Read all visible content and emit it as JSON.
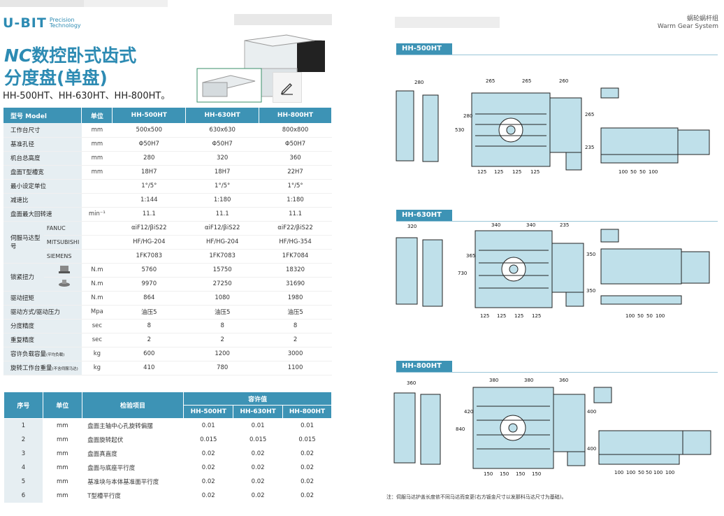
{
  "brand": {
    "logo": "U-BIT",
    "sub1": "Precision",
    "sub2": "Technology"
  },
  "title": {
    "line1_prefix": "NC",
    "line1_rest": "数控卧式齿式",
    "line2": "分度盘(单盘)",
    "models": "HH-500HT、HH-630HT、HH-800HT。"
  },
  "category": {
    "cn": "蜗轮蜗杆组",
    "en": "Warm Gear System"
  },
  "spec_table": {
    "headers": [
      "型号 Model",
      "单位",
      "HH-500HT",
      "HH-630HT",
      "HH-800HT"
    ],
    "rows": [
      {
        "label": "工作台尺寸",
        "unit": "mm",
        "v": [
          "500x500",
          "630x630",
          "800x800"
        ]
      },
      {
        "label": "基准孔径",
        "unit": "mm",
        "v": [
          "Φ50H7",
          "Φ50H7",
          "Φ50H7"
        ]
      },
      {
        "label": "机台总高度",
        "unit": "mm",
        "v": [
          "280",
          "320",
          "360"
        ]
      },
      {
        "label": "盘面T型槽宽",
        "unit": "mm",
        "v": [
          "18H7",
          "18H7",
          "22H7"
        ]
      },
      {
        "label": "最小设定单位",
        "unit": "",
        "v": [
          "1°/5°",
          "1°/5°",
          "1°/5°"
        ]
      },
      {
        "label": "减速比",
        "unit": "",
        "v": [
          "1:144",
          "1:180",
          "1:180"
        ]
      },
      {
        "label": "盘面最大回转速",
        "unit": "min⁻¹",
        "v": [
          "11.1",
          "11.1",
          "11.1"
        ]
      }
    ],
    "servo_label": "伺服马达型号",
    "servo_rows": [
      {
        "brand": "FANUC",
        "v": [
          "αiF12/βiS22",
          "αiF12/βiS22",
          "αiF22/βiS22"
        ]
      },
      {
        "brand": "MITSUBISHI",
        "v": [
          "HF/HG-204",
          "HF/HG-204",
          "HF/HG-354"
        ]
      },
      {
        "brand": "SIEMENS",
        "v": [
          "1FK7083",
          "1FK7083",
          "1FK7084"
        ]
      }
    ],
    "clamp_label": "锁紧扭力",
    "clamp_rows": [
      {
        "unit": "N.m",
        "v": [
          "5760",
          "15750",
          "18320"
        ]
      },
      {
        "unit": "N.m",
        "v": [
          "9970",
          "27250",
          "31690"
        ]
      }
    ],
    "rows2": [
      {
        "label": "驱动扭矩",
        "unit": "N.m",
        "v": [
          "864",
          "1080",
          "1980"
        ]
      },
      {
        "label": "驱动方式/驱动压力",
        "unit": "Mpa",
        "v": [
          "油压5",
          "油压5",
          "油压5"
        ]
      },
      {
        "label": "分度精度",
        "unit": "sec",
        "v": [
          "8",
          "8",
          "8"
        ]
      },
      {
        "label": "重复精度",
        "unit": "sec",
        "v": [
          "2",
          "2",
          "2"
        ]
      }
    ],
    "load_label": "容许负载容量",
    "load_note": "(平均负载)",
    "load_unit": "kg",
    "load_v": [
      "600",
      "1200",
      "3000"
    ],
    "weight_label": "旋转工作台重量",
    "weight_note": "(不含伺服马达)",
    "weight_unit": "kg",
    "weight_v": [
      "410",
      "780",
      "1100"
    ]
  },
  "check_table": {
    "h_idx": "序号",
    "h_unit": "单位",
    "h_item": "检验项目",
    "h_tol": "容许值",
    "models": [
      "HH-500HT",
      "HH-630HT",
      "HH-800HT"
    ],
    "rows": [
      {
        "idx": "1",
        "unit": "mm",
        "item": "盘面主轴中心孔旋转偏摆",
        "v": [
          "0.01",
          "0.01",
          "0.01"
        ]
      },
      {
        "idx": "2",
        "unit": "mm",
        "item": "盘面旋转起伏",
        "v": [
          "0.015",
          "0.015",
          "0.015"
        ]
      },
      {
        "idx": "3",
        "unit": "mm",
        "item": "盘面真直度",
        "v": [
          "0.02",
          "0.02",
          "0.02"
        ]
      },
      {
        "idx": "4",
        "unit": "mm",
        "item": "盘面与底座平行度",
        "v": [
          "0.02",
          "0.02",
          "0.02"
        ]
      },
      {
        "idx": "5",
        "unit": "mm",
        "item": "基准块与本体基准面平行度",
        "v": [
          "0.02",
          "0.02",
          "0.02"
        ]
      },
      {
        "idx": "6",
        "unit": "mm",
        "item": "T型槽平行度",
        "v": [
          "0.02",
          "0.02",
          "0.02"
        ]
      }
    ]
  },
  "drawings": [
    {
      "tag": "HH-500HT",
      "top": [
        "280",
        "265",
        "265",
        "260"
      ],
      "bottom": [
        "125",
        "125",
        "125",
        "125"
      ],
      "left": [
        "280",
        "530"
      ],
      "right": [
        "265",
        "235"
      ],
      "side_bottom": [
        "100",
        "50",
        "50",
        "100"
      ]
    },
    {
      "tag": "HH-630HT",
      "top": [
        "320",
        "340",
        "340",
        "235"
      ],
      "bottom": [
        "125",
        "125",
        "125",
        "125"
      ],
      "left": [
        "365",
        "730"
      ],
      "right": [
        "350",
        "350"
      ],
      "side_bottom": [
        "100",
        "50",
        "50",
        "100"
      ]
    },
    {
      "tag": "HH-800HT",
      "top": [
        "360",
        "380",
        "380",
        "360"
      ],
      "bottom": [
        "150",
        "150",
        "150",
        "150"
      ],
      "left": [
        "420",
        "840"
      ],
      "right": [
        "400",
        "400"
      ],
      "side_bottom": [
        "100",
        "100",
        "50",
        "50",
        "100",
        "100"
      ]
    }
  ],
  "note": "注：伺服马达护盖长度依不同马达而变更(右方钣金尺寸以发那科马达尺寸为基础)。",
  "colors": {
    "accent": "#3d93b5",
    "drawing_fill": "#bfe0ea"
  }
}
